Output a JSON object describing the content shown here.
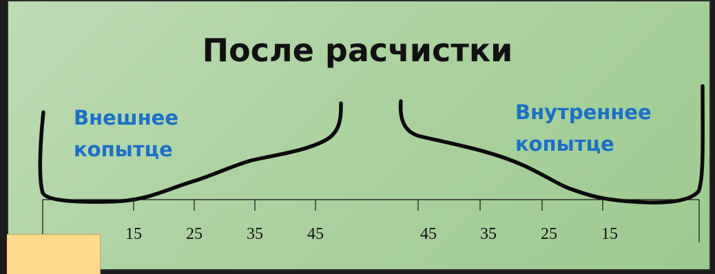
{
  "title": "После расчистки",
  "labels": {
    "outer": [
      "Внешнее",
      "копытце"
    ],
    "inner": [
      "Внутреннее",
      "копытце"
    ]
  },
  "scale": {
    "left_ticks": [
      "15",
      "25",
      "35",
      "45"
    ],
    "right_ticks": [
      "45",
      "35",
      "25",
      "15"
    ]
  },
  "colors": {
    "background": "#aed3a2",
    "label_text": "#1b6fc9",
    "note_box": "#ffd98c"
  }
}
